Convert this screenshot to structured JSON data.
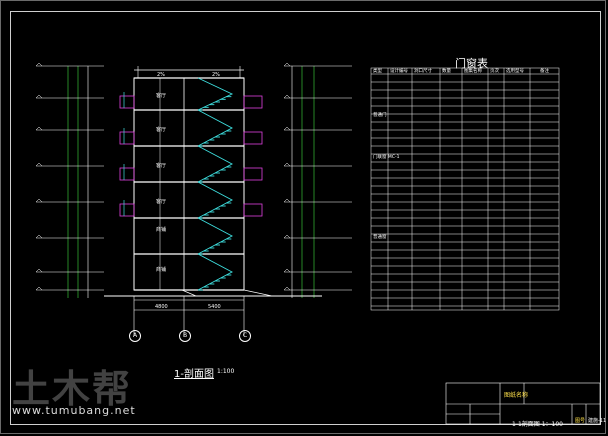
{
  "drawing": {
    "section_title": "1-剖面图",
    "section_scale": "1:100",
    "table_title": "门窗表",
    "table_headers": [
      "类型",
      "设计编号",
      "洞口尺寸",
      "数量",
      "图集名称",
      "页次",
      "选用型号",
      "备注"
    ],
    "groups": [
      "普通门",
      "门联窗 MC-1",
      "普通窗"
    ],
    "rooms": [
      "客厅",
      "客厅",
      "客厅",
      "客厅",
      "商铺",
      "商铺"
    ],
    "axis_labels": [
      "A",
      "B",
      "C"
    ],
    "title_block": {
      "project_label": "图纸名称",
      "drawing_name": "1-1剖面图 1：100",
      "sheet_no_label": "图号",
      "sheet_no": "建施-11"
    }
  },
  "watermark": {
    "logo_text": "土木帮",
    "url": "www.tumubang.net"
  },
  "colors": {
    "background": "#000000",
    "line_white": "#ffffff",
    "line_cyan": "#3ee0e0",
    "line_magenta": "#e040e0",
    "line_yellow": "#ffe14a",
    "line_green": "#40e040"
  }
}
